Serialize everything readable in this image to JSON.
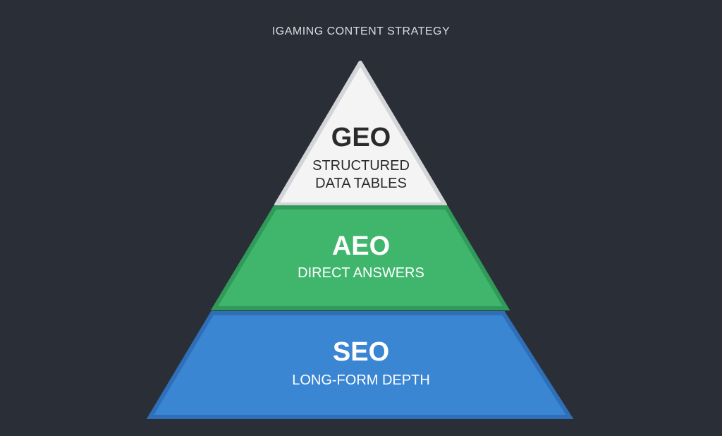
{
  "title": "IGAMING CONTENT STRATEGY",
  "tiers": [
    {
      "name": "GEO",
      "subtitle_lines": [
        "STRUCTURED",
        "DATA TABLES"
      ],
      "color": "#f4f4f4",
      "border": "#d3d5d8",
      "text_color": "#2b2b2b"
    },
    {
      "name": "AEO",
      "subtitle_lines": [
        "DIRECT ANSWERS"
      ],
      "color": "#40b66d",
      "border": "#2f9a59",
      "text_color": "#ffffff"
    },
    {
      "name": "SEO",
      "subtitle_lines": [
        "LONG-FORM DEPTH"
      ],
      "color": "#3a86d3",
      "border": "#2e6fb8",
      "text_color": "#ffffff"
    }
  ]
}
